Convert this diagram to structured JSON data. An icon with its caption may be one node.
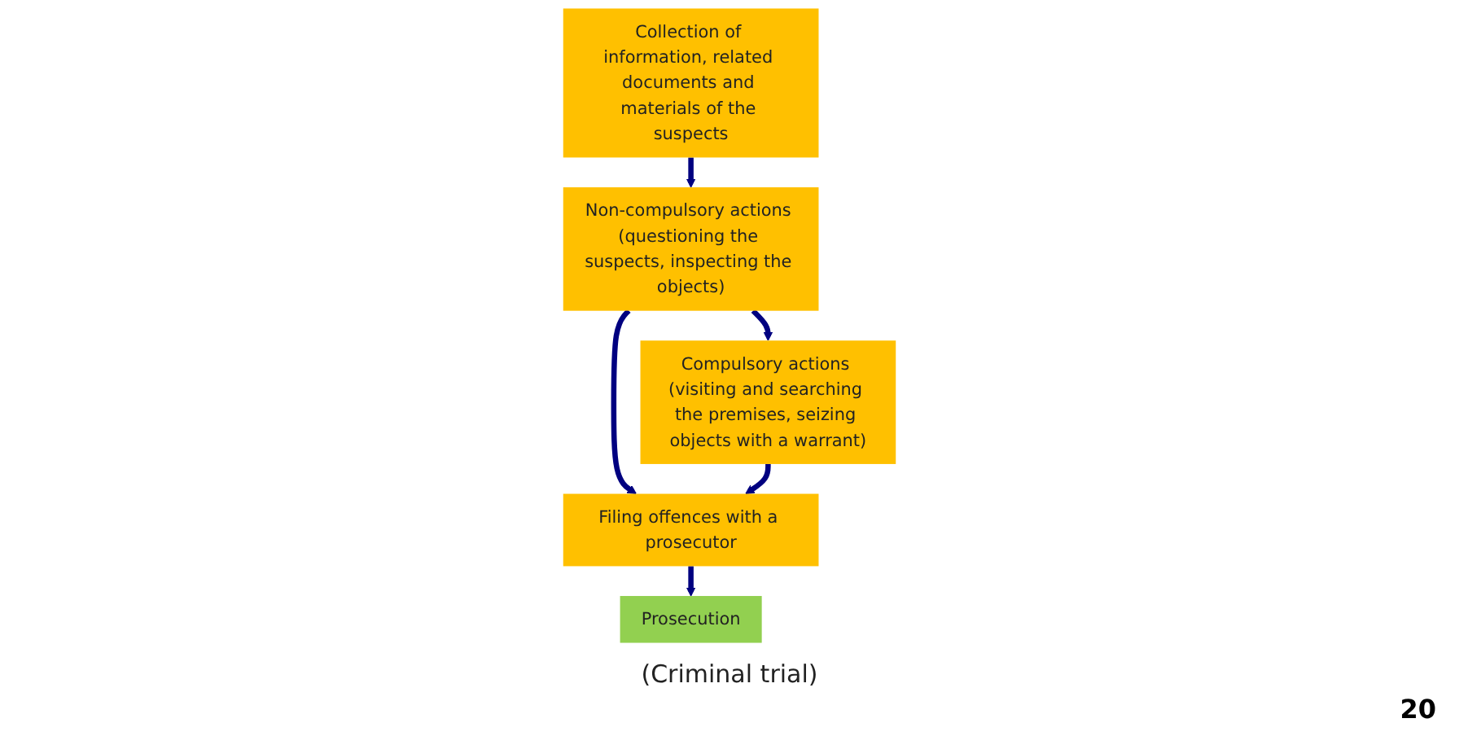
{
  "diagram": {
    "nodes": [
      {
        "text": [
          "Collection of information, related documents and materials of the suspects"
        ]
      },
      {
        "text": [
          "Non-compulsory actions (questioning the suspects, inspecting the objects)"
        ]
      },
      {
        "text": [
          "Compulsory actions (visiting and searching the premises, seizing objects with a warrant)"
        ]
      },
      {
        "text": [
          "Filing offences with a prosecutor"
        ]
      },
      {
        "text": [
          "Prosecution"
        ],
        "beside": [
          "(Criminal trial)"
        ]
      }
    ],
    "edges": [
      {
        "from": 0,
        "to": 1,
        "arrow": "to"
      },
      {
        "from": 1,
        "to": 2,
        "arrow": "to"
      },
      {
        "from": 1,
        "to": 3,
        "arrow": "to"
      },
      {
        "from": 2,
        "to": 3,
        "arrow": "to"
      },
      {
        "from": 3,
        "to": 4,
        "arrow": "to"
      }
    ],
    "labels": [
      "20"
    ]
  }
}
